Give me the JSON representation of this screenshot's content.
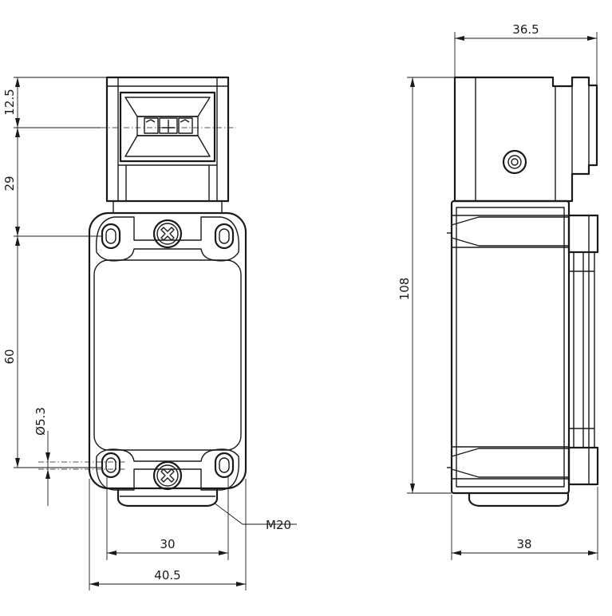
{
  "dimensions": {
    "front": {
      "head_height": "12.5",
      "head_to_hole": "29",
      "hole_spacing_vertical": "60",
      "hole_diameter": "Ø5.3",
      "hole_spacing_horizontal": "30",
      "overall_width": "40.5",
      "cable_entry_thread": "M20"
    },
    "side": {
      "head_depth": "36.5",
      "overall_height": "108",
      "overall_depth": "38"
    }
  }
}
